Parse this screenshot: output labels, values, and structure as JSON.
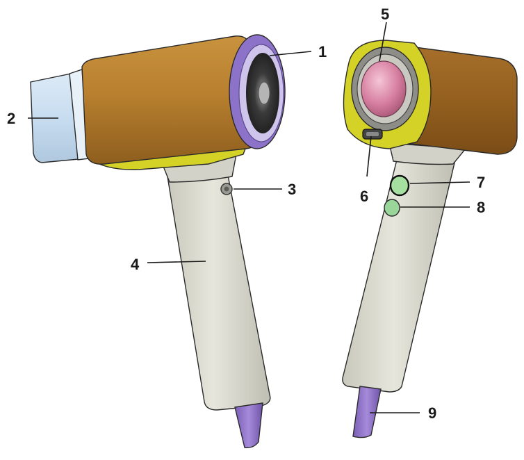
{
  "diagram": {
    "callouts": [
      {
        "id": "1",
        "label": "1"
      },
      {
        "id": "2",
        "label": "2"
      },
      {
        "id": "3",
        "label": "3"
      },
      {
        "id": "4",
        "label": "4"
      },
      {
        "id": "5",
        "label": "5"
      },
      {
        "id": "6",
        "label": "6"
      },
      {
        "id": "7",
        "label": "7"
      },
      {
        "id": "8",
        "label": "8"
      },
      {
        "id": "9",
        "label": "9"
      }
    ]
  },
  "colors": {
    "body_gold": "#B8802F",
    "yellow_ring": "#D4D226",
    "purple": "#8C72C8",
    "handle": "#DCDCD2",
    "nozzle": "#C8DDF0",
    "pink_grille": "#D77FA0",
    "button_green": "#A6E0A0"
  }
}
